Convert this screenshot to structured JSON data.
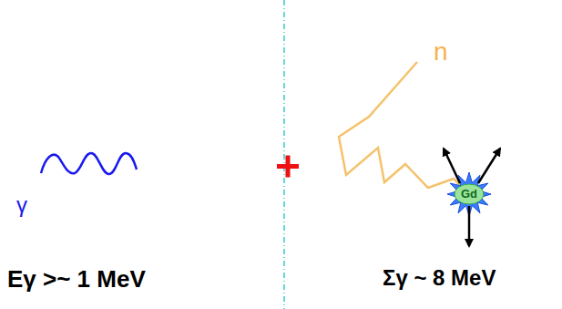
{
  "diagram": {
    "labels": [
      "γ",
      "Eγ >~ 1 MeV",
      "n",
      "Gd",
      "Σγ ~ 8 MeV"
    ]
  }
}
